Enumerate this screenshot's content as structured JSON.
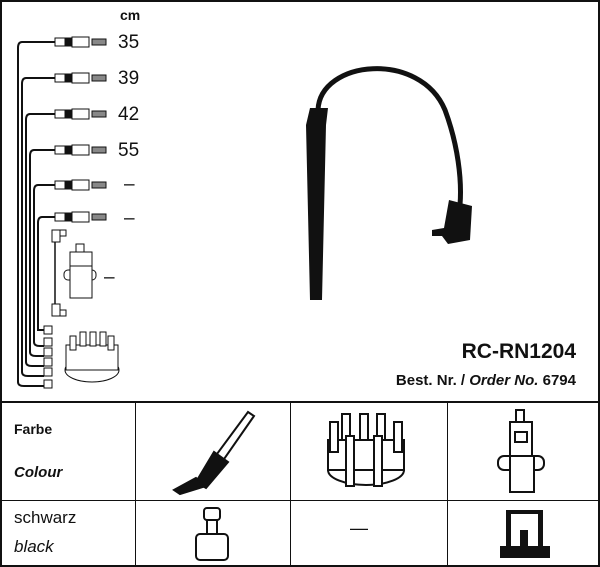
{
  "unit_label": "cm",
  "cable_lengths": [
    "35",
    "39",
    "42",
    "55",
    "–",
    "–"
  ],
  "coil_cable_length": "–",
  "product": {
    "code": "RC-RN1204",
    "order_prefix_de": "Best. Nr. /",
    "order_prefix_en": "Order No.",
    "order_number": "6794"
  },
  "table": {
    "header_de": "Farbe",
    "header_en": "Colour",
    "colour_de": "schwarz",
    "colour_en": "black",
    "distributor_connector": "—"
  }
}
